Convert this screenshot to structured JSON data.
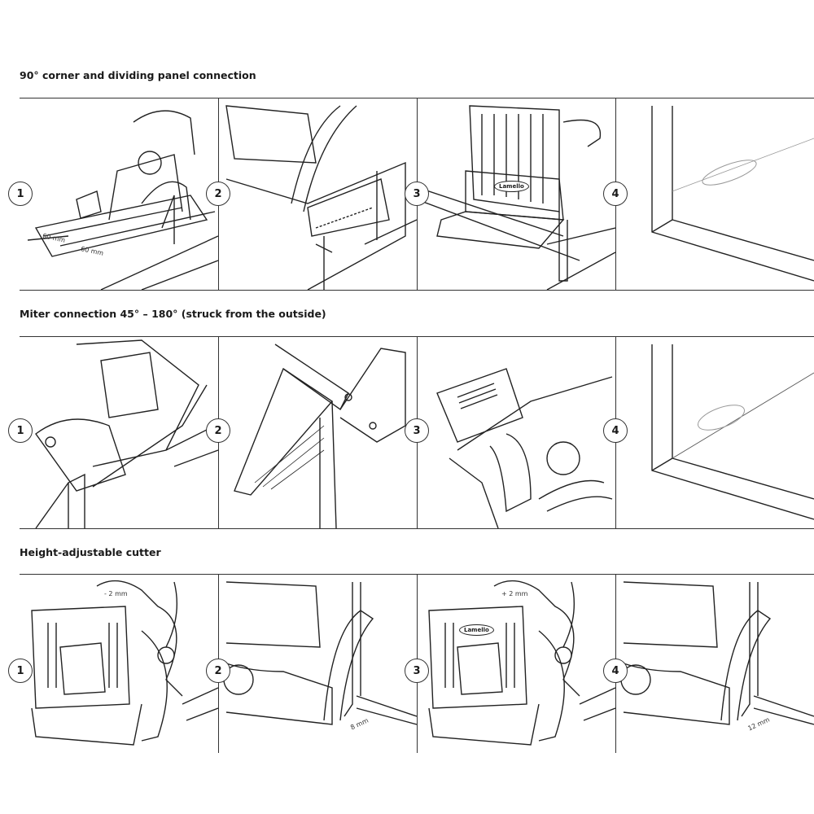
{
  "sections": [
    {
      "title": "90° corner and dividing panel connection",
      "steps": [
        "1",
        "2",
        "3",
        "4"
      ],
      "dimensions": [
        "60 mm",
        "60 mm"
      ]
    },
    {
      "title": "Miter connection 45° – 180° (struck from the outside)",
      "steps": [
        "1",
        "2",
        "3",
        "4"
      ]
    },
    {
      "title": "Height-adjustable cutter",
      "steps": [
        "1",
        "2",
        "3",
        "4"
      ],
      "dimensions": [
        "- 2 mm",
        "8 mm",
        "+ 2 mm",
        "12 mm"
      ]
    }
  ],
  "brand_logo": "Lamello"
}
